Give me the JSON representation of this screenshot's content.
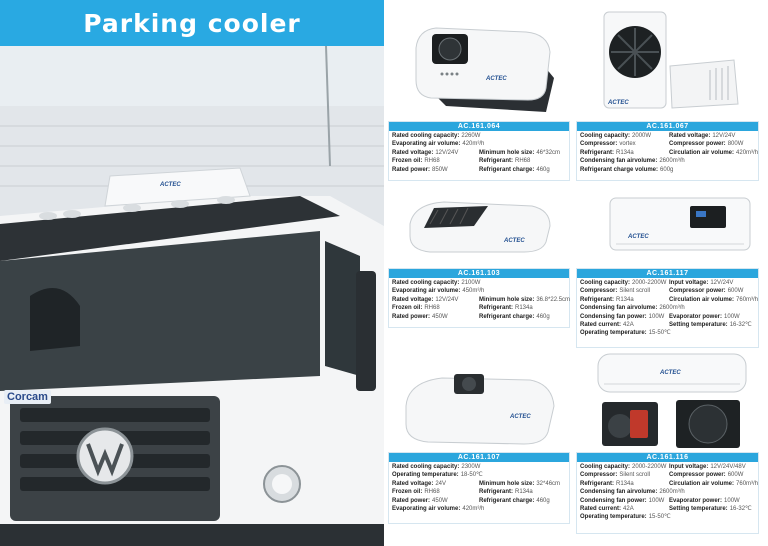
{
  "banner": {
    "title": "Parking cooler"
  },
  "truck": {
    "badge": "Corcam",
    "cab_logo": "ACTEC"
  },
  "products": [
    {
      "model": "AC.161.064",
      "specs": [
        {
          "k": "Rated cooling capacity:",
          "v": "2260W"
        },
        {
          "k": "Evaporating air volume:",
          "v": "420m³/h"
        },
        {
          "k": "Rated voltage:",
          "v": "12V/24V"
        },
        {
          "k": "Minimum hole size:",
          "v": "46*32cm"
        },
        {
          "k": "Frozen oil:",
          "v": "RH68"
        },
        {
          "k": "Refrigerant:",
          "v": "RH68"
        },
        {
          "k": "Rated power:",
          "v": "850W"
        },
        {
          "k": "Refrigerant charge:",
          "v": "460g"
        }
      ]
    },
    {
      "model": "AC.161.067",
      "specs": [
        {
          "k": "Cooling capacity:",
          "v": "2000W"
        },
        {
          "k": "Rated voltage:",
          "v": "12V/24V"
        },
        {
          "k": "Compressor:",
          "v": "vortex"
        },
        {
          "k": "Compressor power:",
          "v": "800W"
        },
        {
          "k": "Refrigerant:",
          "v": "R134a"
        },
        {
          "k": "Circulation air volume:",
          "v": "420m³/h"
        },
        {
          "k": "Condensing fan airvolume:",
          "v": "2600m³/h"
        },
        {
          "k": "Refrigerant charge volume:",
          "v": "600g"
        }
      ]
    },
    {
      "model": "AC.161.103",
      "specs": [
        {
          "k": "Rated cooling capacity:",
          "v": "2100W"
        },
        {
          "k": "Evaporating air volume:",
          "v": "450m³/h"
        },
        {
          "k": "Rated voltage:",
          "v": "12V/24V"
        },
        {
          "k": "Minimum hole size:",
          "v": "36.8*22.5cm"
        },
        {
          "k": "Frozen oil:",
          "v": "RH68"
        },
        {
          "k": "Refrigerant:",
          "v": "R134a"
        },
        {
          "k": "Rated power:",
          "v": "450W"
        },
        {
          "k": "Refrigerant charge:",
          "v": "460g"
        }
      ]
    },
    {
      "model": "AC.161.117",
      "specs": [
        {
          "k": "Cooling capacity:",
          "v": "2000-2200W"
        },
        {
          "k": "Input voltage:",
          "v": "12V/24V"
        },
        {
          "k": "Compressor:",
          "v": "Silent scroll"
        },
        {
          "k": "Compressor power:",
          "v": "600W"
        },
        {
          "k": "Refrigerant:",
          "v": "R134a"
        },
        {
          "k": "Circulation air volume:",
          "v": "760m³/h"
        },
        {
          "k": "Condensing fan airvolume:",
          "v": "2600m³/h"
        },
        {
          "k": "Condensing fan power:",
          "v": "100W"
        },
        {
          "k": "Evaporator power:",
          "v": "100W"
        },
        {
          "k": "Rated current:",
          "v": "42A"
        },
        {
          "k": "Setting temperature:",
          "v": "16-32℃"
        },
        {
          "k": "Operating temperature:",
          "v": "15-50℃"
        }
      ]
    },
    {
      "model": "AC.161.107",
      "specs": [
        {
          "k": "Rated cooling capacity:",
          "v": "2300W"
        },
        {
          "k": "Operating temperature:",
          "v": "18-50℃"
        },
        {
          "k": "Rated voltage:",
          "v": "24V"
        },
        {
          "k": "Minimum hole size:",
          "v": "32*46cm"
        },
        {
          "k": "Frozen oil:",
          "v": "RH68"
        },
        {
          "k": "Refrigerant:",
          "v": "R134a"
        },
        {
          "k": "Rated power:",
          "v": "450W"
        },
        {
          "k": "Refrigerant charge:",
          "v": "460g"
        },
        {
          "k": "Evaporating air volume:",
          "v": "420m³/h"
        }
      ]
    },
    {
      "model": "AC.161.116",
      "specs": [
        {
          "k": "Cooling capacity:",
          "v": "2000-2200W"
        },
        {
          "k": "Input voltage:",
          "v": "12V/24V/48V"
        },
        {
          "k": "Compressor:",
          "v": "Silent scroll"
        },
        {
          "k": "Compressor power:",
          "v": "600W"
        },
        {
          "k": "Refrigerant:",
          "v": "R134a"
        },
        {
          "k": "Circulation air volume:",
          "v": "760m³/h"
        },
        {
          "k": "Condensing fan airvolume:",
          "v": "2600m³/h"
        },
        {
          "k": "Condensing fan power:",
          "v": "100W"
        },
        {
          "k": "Evaporator power:",
          "v": "100W"
        },
        {
          "k": "Rated current:",
          "v": "42A"
        },
        {
          "k": "Setting temperature:",
          "v": "16-32℃"
        },
        {
          "k": "Operating temperature:",
          "v": "15-50℃"
        }
      ]
    }
  ],
  "colors": {
    "banner": "#29a9e2",
    "card_header": "#2ba6dd",
    "brand_text": "#1f4d8f"
  }
}
